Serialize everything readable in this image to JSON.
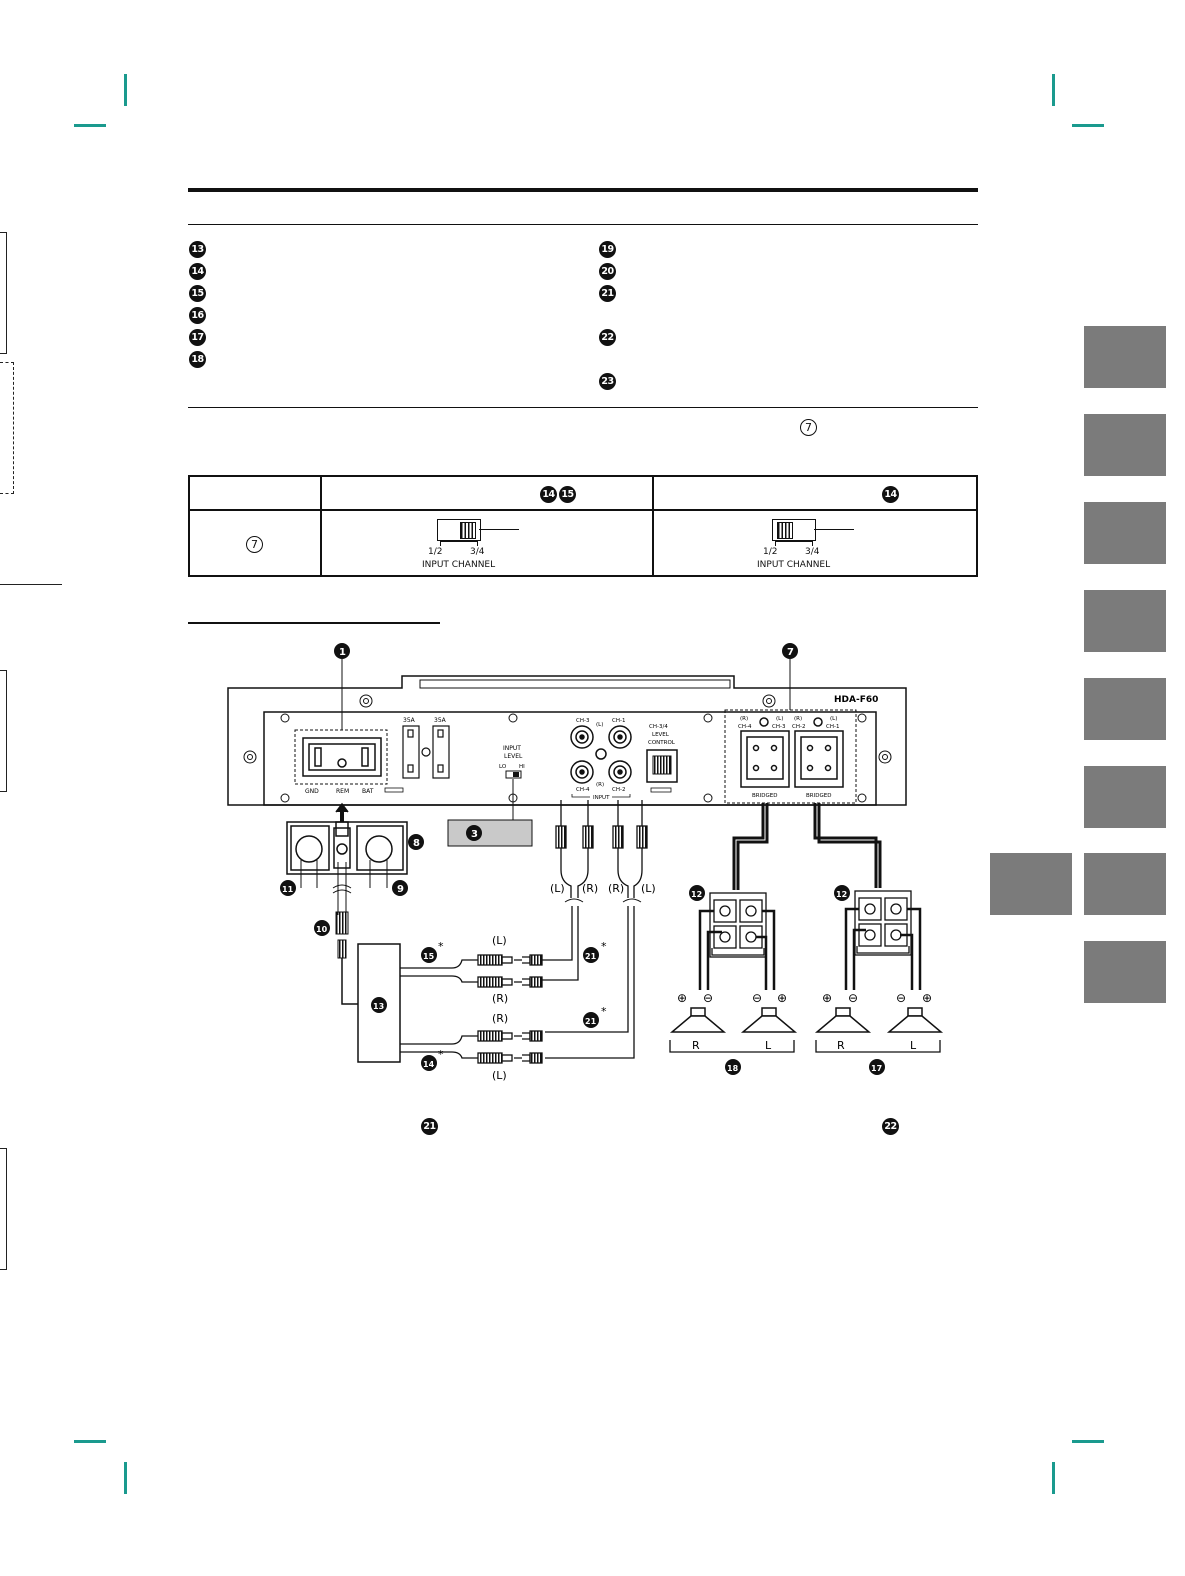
{
  "list": {
    "left_markers": [
      "13",
      "14",
      "15",
      "16",
      "17",
      "18"
    ],
    "right_markers": [
      "19",
      "20",
      "21",
      "22",
      "23"
    ]
  },
  "note_marker": "7",
  "switch_table": {
    "col2_markers": [
      "14",
      "15"
    ],
    "col3_markers": [
      "14"
    ],
    "row_marker": "7",
    "switch_left_label": "1/2",
    "switch_right_label": "3/4",
    "switch_caption": "INPUT CHANNEL"
  },
  "diagram": {
    "model": "HDA-F60",
    "fuse_labels": [
      "35A",
      "35A"
    ],
    "power_terminals": [
      "GND",
      "REM",
      "BAT"
    ],
    "input_level": {
      "title1": "INPUT",
      "title2": "LEVEL",
      "lo": "LO",
      "hi": "HI"
    },
    "input_jacks": {
      "ch3": "CH-3",
      "ch1": "CH-1",
      "ch4": "CH-4",
      "ch2": "CH-2",
      "l": "(L)",
      "r": "(R)",
      "input": "INPUT"
    },
    "level_control": [
      "CH-3/4",
      "LEVEL",
      "CONTROL"
    ],
    "speaker_out": {
      "left": {
        "r": "(R)",
        "rch": "CH-4",
        "l": "(L)",
        "lch": "CH-3"
      },
      "right": {
        "r": "(R)",
        "rch": "CH-2",
        "l": "(L)",
        "lch": "CH-1"
      },
      "bridged": "BRIDGED"
    },
    "callouts": {
      "c1": "1",
      "c7": "7",
      "c3": "3",
      "c8": "8",
      "c9": "9",
      "c10": "10",
      "c11": "11",
      "c12a": "12",
      "c12b": "12",
      "c15": "15",
      "c14": "14",
      "c13": "13",
      "c21a": "21",
      "c21b": "21",
      "c18": "18",
      "c17": "17"
    },
    "cable_labels": {
      "l1": "(L)",
      "r1": "(R)",
      "r2": "(R)",
      "l2": "(L)",
      "hl": "(L)",
      "hr": "(R)",
      "hr2": "(R)",
      "hl2": "(L)"
    },
    "asterisk": "*",
    "speaker_labels": {
      "r1": "R",
      "l1": "L",
      "r2": "R",
      "l2": "L"
    },
    "polarity": {
      "plus": "⊕",
      "minus": "⊖"
    }
  },
  "footer_markers": [
    "21",
    "22"
  ],
  "colors": {
    "crop_marks": "#1a9a8e",
    "tabs": "#7b7b7b"
  }
}
